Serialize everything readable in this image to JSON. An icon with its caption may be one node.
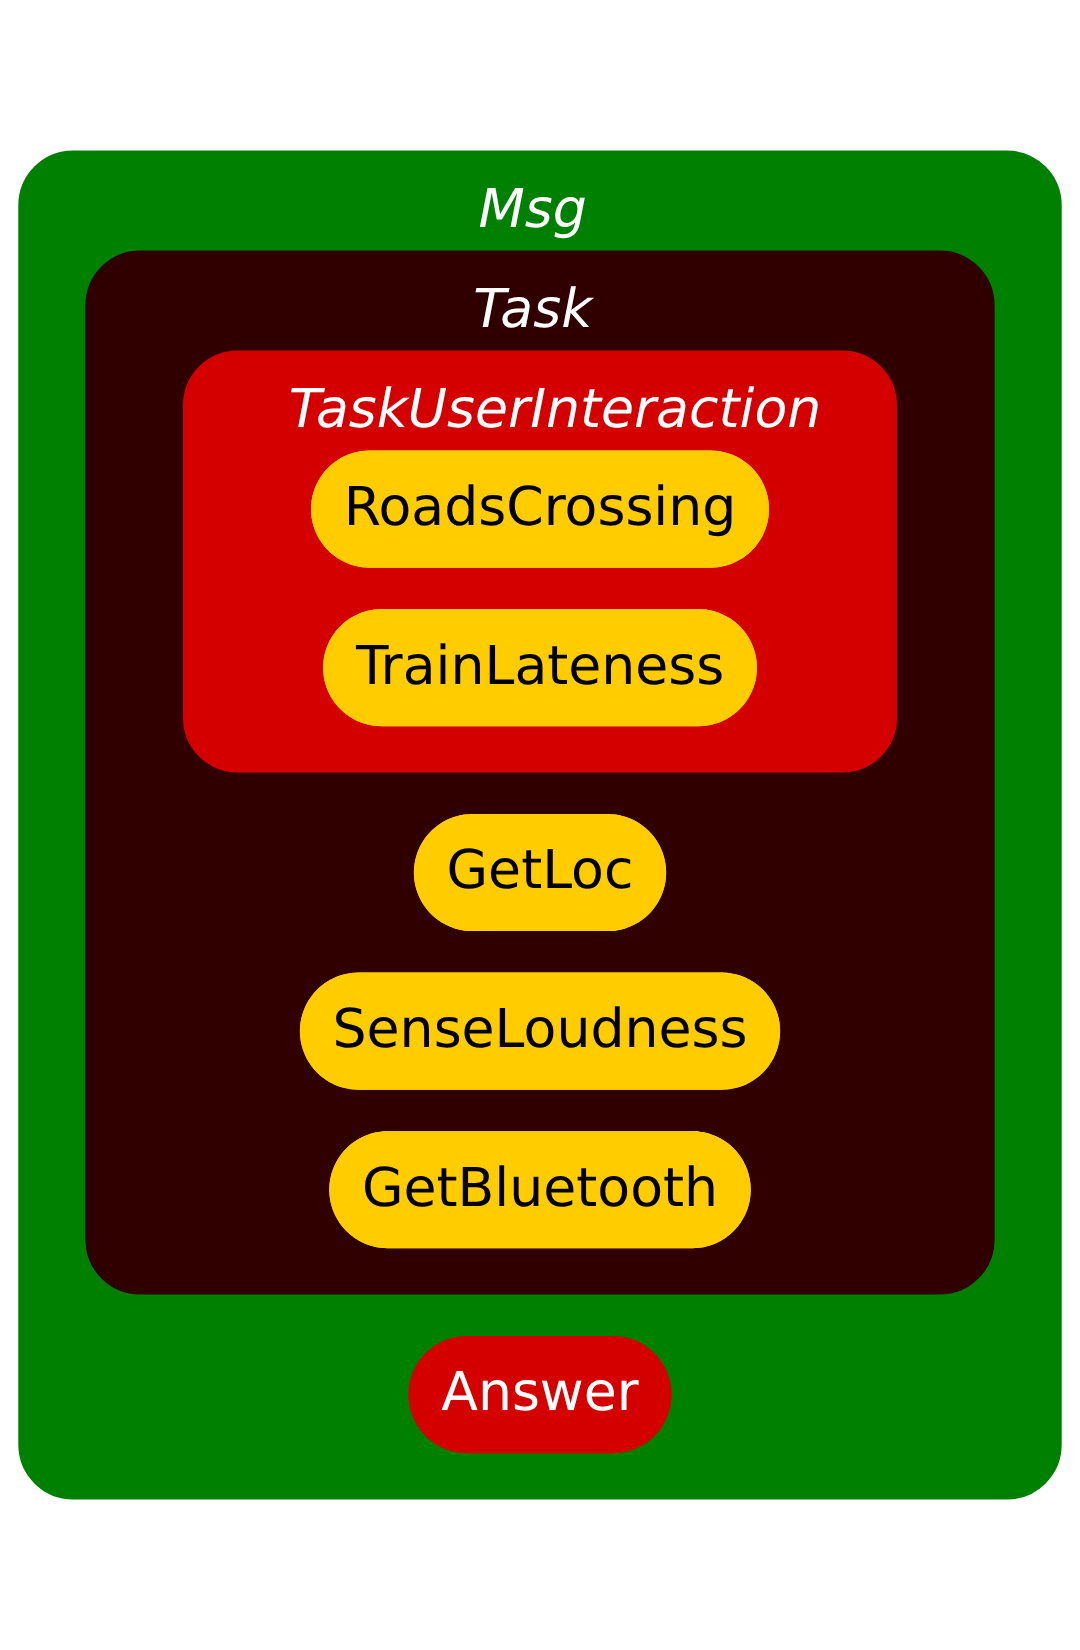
{
  "diagram": {
    "nodes": [
      {
        "text": [
          "Msg"
        ]
      },
      {
        "text": [
          "Task"
        ],
        "in": 0
      },
      {
        "text": [
          "GetLoc"
        ],
        "in": 1
      },
      {
        "text": [
          "SenseLoudness"
        ],
        "in": 1
      },
      {
        "text": [
          "GetBluetooth"
        ],
        "in": 1
      },
      {
        "text": [
          "TaskUserInteraction"
        ],
        "in": 1
      },
      {
        "text": [
          "RoadsCrossing"
        ],
        "in": 5
      },
      {
        "text": [
          "TrainLateness"
        ],
        "in": 5
      },
      {
        "text": [
          "Answer"
        ],
        "in": 0
      }
    ]
  }
}
